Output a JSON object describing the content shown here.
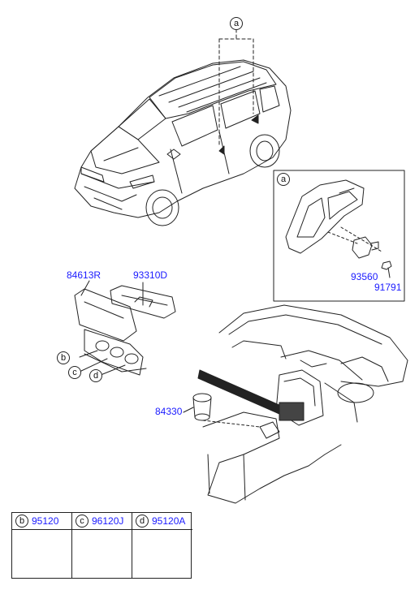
{
  "callouts": {
    "a_top": "a",
    "a_inset": "a",
    "b": "b",
    "c": "c",
    "d": "d"
  },
  "parts": {
    "p84613R": "84613R",
    "p93310D": "93310D",
    "p93560": "93560",
    "p91791": "91791",
    "p84330": "84330"
  },
  "legend": [
    {
      "letter": "b",
      "part": "95120",
      "icon": "sensor-connector-icon"
    },
    {
      "letter": "c",
      "part": "96120J",
      "icon": "aux-jack-icon"
    },
    {
      "letter": "d",
      "part": "95120A",
      "icon": "power-socket-icon"
    }
  ],
  "colors": {
    "part_number": "#1a1aff",
    "line": "#222222"
  }
}
